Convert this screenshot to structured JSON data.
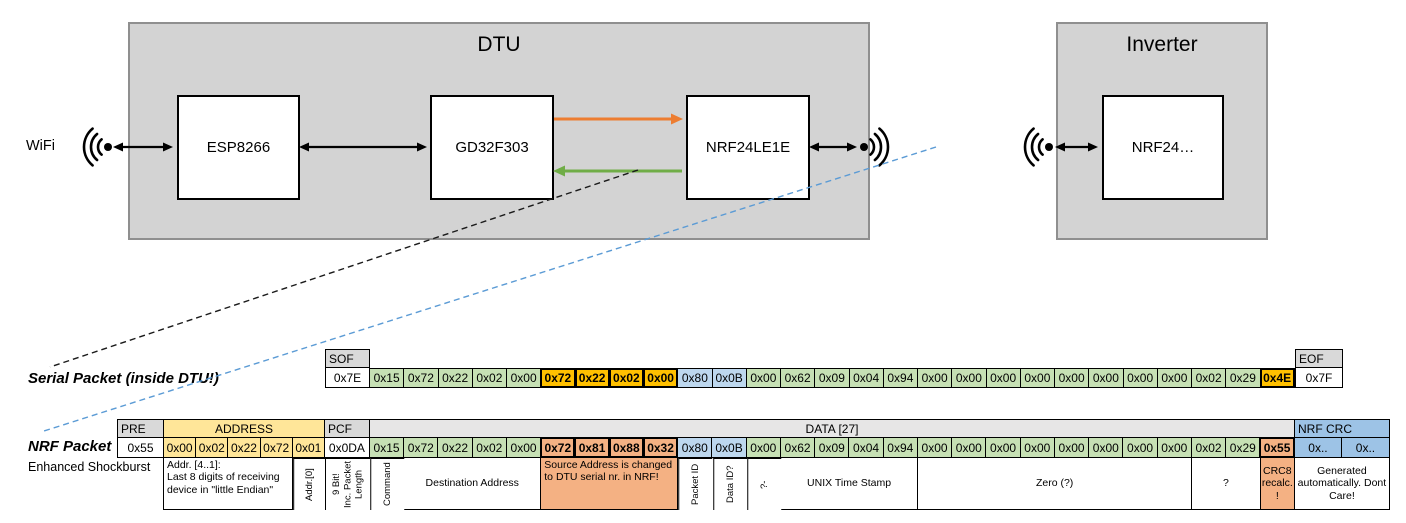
{
  "diagram": {
    "wifi_label": "WiFi",
    "dtu": {
      "title": "DTU",
      "chips": [
        "ESP8266",
        "GD32F303",
        "NRF24LE1E"
      ]
    },
    "inverter": {
      "title": "Inverter",
      "chip": "NRF24…"
    }
  },
  "colors": {
    "green": "#C6E0B4",
    "gold": "#FFC000",
    "blue": "#BDD7EE",
    "yellow": "#FFE699",
    "salmon": "#F4B183",
    "crcblue": "#9DC3E6",
    "header_gray": "#D9D9D9",
    "data_header_gray": "#E7E6E6",
    "box_gray": "#D3D3D3",
    "arrow_orange": "#ED7D31",
    "arrow_green": "#70AD47",
    "dash_blue": "#5B9BD5"
  },
  "serial_packet": {
    "label": "Serial Packet (inside DTU!)",
    "sof_header": "SOF",
    "sof_value": "0x7E",
    "eof_header": "EOF",
    "eof_value": "0x7F",
    "bytes": [
      {
        "v": "0x15",
        "c": "green"
      },
      {
        "v": "0x72",
        "c": "green"
      },
      {
        "v": "0x22",
        "c": "green"
      },
      {
        "v": "0x02",
        "c": "green"
      },
      {
        "v": "0x00",
        "c": "green"
      },
      {
        "v": "0x72",
        "c": "gold",
        "b": true
      },
      {
        "v": "0x22",
        "c": "gold",
        "b": true
      },
      {
        "v": "0x02",
        "c": "gold",
        "b": true
      },
      {
        "v": "0x00",
        "c": "gold",
        "b": true
      },
      {
        "v": "0x80",
        "c": "blue"
      },
      {
        "v": "0x0B",
        "c": "blue"
      },
      {
        "v": "0x00",
        "c": "green"
      },
      {
        "v": "0x62",
        "c": "green"
      },
      {
        "v": "0x09",
        "c": "green"
      },
      {
        "v": "0x04",
        "c": "green"
      },
      {
        "v": "0x94",
        "c": "green"
      },
      {
        "v": "0x00",
        "c": "green"
      },
      {
        "v": "0x00",
        "c": "green"
      },
      {
        "v": "0x00",
        "c": "green"
      },
      {
        "v": "0x00",
        "c": "green"
      },
      {
        "v": "0x00",
        "c": "green"
      },
      {
        "v": "0x00",
        "c": "green"
      },
      {
        "v": "0x00",
        "c": "green"
      },
      {
        "v": "0x00",
        "c": "green"
      },
      {
        "v": "0x02",
        "c": "green"
      },
      {
        "v": "0x29",
        "c": "green"
      },
      {
        "v": "0x4E",
        "c": "gold",
        "b": true
      }
    ]
  },
  "nrf_packet": {
    "label": "NRF Packet",
    "sublabel": "Enhanced Shockburst",
    "pre_header": "PRE",
    "pre_value": "0x55",
    "address_header": "ADDRESS",
    "address_bytes": [
      {
        "v": "0x00",
        "c": "yellow"
      },
      {
        "v": "0x02",
        "c": "yellow"
      },
      {
        "v": "0x22",
        "c": "yellow"
      },
      {
        "v": "0x72",
        "c": "yellow"
      },
      {
        "v": "0x01",
        "c": "yellow"
      }
    ],
    "pcf_header": "PCF",
    "pcf_value": "0x0DA",
    "data_header": "DATA [27]",
    "bytes": [
      {
        "v": "0x15",
        "c": "green"
      },
      {
        "v": "0x72",
        "c": "green"
      },
      {
        "v": "0x22",
        "c": "green"
      },
      {
        "v": "0x02",
        "c": "green"
      },
      {
        "v": "0x00",
        "c": "green"
      },
      {
        "v": "0x72",
        "c": "salmon",
        "b": true
      },
      {
        "v": "0x81",
        "c": "salmon",
        "b": true
      },
      {
        "v": "0x88",
        "c": "salmon",
        "b": true
      },
      {
        "v": "0x32",
        "c": "salmon",
        "b": true
      },
      {
        "v": "0x80",
        "c": "blue"
      },
      {
        "v": "0x0B",
        "c": "blue"
      },
      {
        "v": "0x00",
        "c": "green"
      },
      {
        "v": "0x62",
        "c": "green"
      },
      {
        "v": "0x09",
        "c": "green"
      },
      {
        "v": "0x04",
        "c": "green"
      },
      {
        "v": "0x94",
        "c": "green"
      },
      {
        "v": "0x00",
        "c": "green"
      },
      {
        "v": "0x00",
        "c": "green"
      },
      {
        "v": "0x00",
        "c": "green"
      },
      {
        "v": "0x00",
        "c": "green"
      },
      {
        "v": "0x00",
        "c": "green"
      },
      {
        "v": "0x00",
        "c": "green"
      },
      {
        "v": "0x00",
        "c": "green"
      },
      {
        "v": "0x00",
        "c": "green"
      },
      {
        "v": "0x02",
        "c": "green"
      },
      {
        "v": "0x29",
        "c": "green"
      },
      {
        "v": "0x55",
        "c": "salmon",
        "b": true
      }
    ],
    "crc_header": "NRF CRC",
    "crc_bytes": [
      {
        "v": "0x..",
        "c": "crcblue"
      },
      {
        "v": "0x..",
        "c": "crcblue"
      }
    ],
    "annotations": [
      {
        "text": "Addr. [4..1]:\nLast 8 digits of receiving device in \"little Endian\"",
        "region": "addr",
        "span": 4,
        "align": "left"
      },
      {
        "text": "Addr.[0]",
        "region": "addr",
        "span": 1,
        "rotated": true
      },
      {
        "text": "9 Bit!\nInc. Packet\nLength",
        "region": "pcf",
        "span": 1,
        "rotated": true
      },
      {
        "text": "Command",
        "region": "data",
        "span": 1,
        "rotated": true
      },
      {
        "text": "Destination Address",
        "region": "data",
        "span": 4
      },
      {
        "text": "Source Address is changed to DTU serial nr. in NRF!",
        "region": "data",
        "span": 4,
        "c": "salmon",
        "align": "left"
      },
      {
        "text": "Packet ID",
        "region": "data",
        "span": 1,
        "rotated": true
      },
      {
        "text": "Data ID?",
        "region": "data",
        "span": 1,
        "rotated": true
      },
      {
        "text": "?-",
        "region": "data",
        "span": 1,
        "rotated": true
      },
      {
        "text": "UNIX Time Stamp",
        "region": "data",
        "span": 4
      },
      {
        "text": "Zero (?)",
        "region": "data",
        "span": 8
      },
      {
        "text": "?",
        "region": "data",
        "span": 2
      },
      {
        "text": "CRC8\nrecalc.\n!",
        "region": "data",
        "span": 1,
        "c": "salmon"
      },
      {
        "text": "Generated automatically. Dont Care!",
        "region": "crc",
        "span": 2
      }
    ]
  }
}
